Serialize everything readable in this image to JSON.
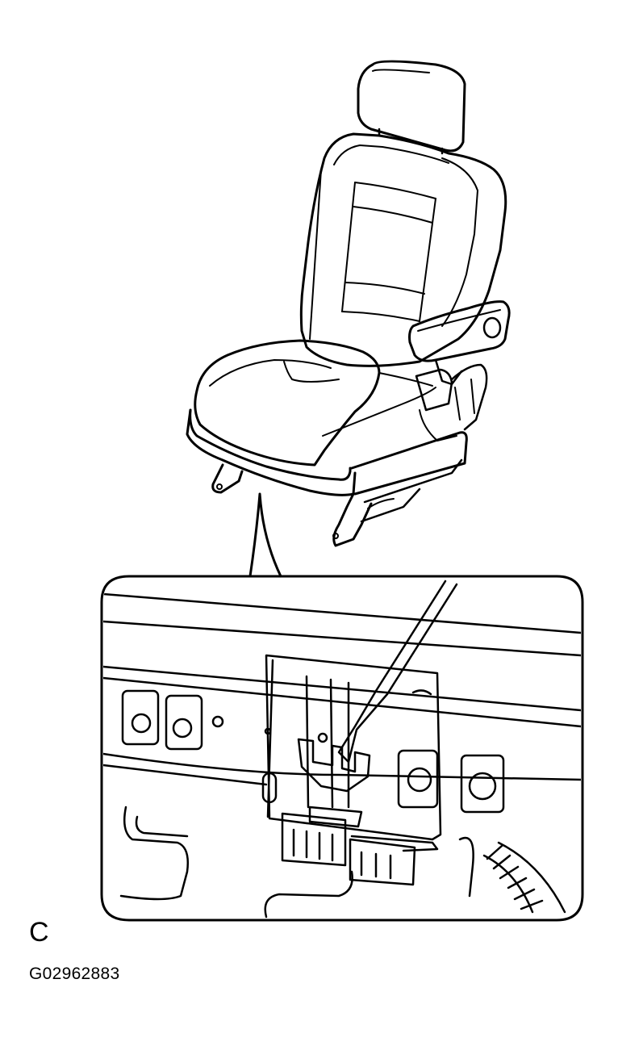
{
  "figure": {
    "view_label": "C",
    "figure_code": "G02962883",
    "subjects": [
      "front-seat",
      "seat-rail-detail",
      "connector-release-tool"
    ]
  },
  "colors": {
    "line": "#000000",
    "background": "#ffffff"
  }
}
